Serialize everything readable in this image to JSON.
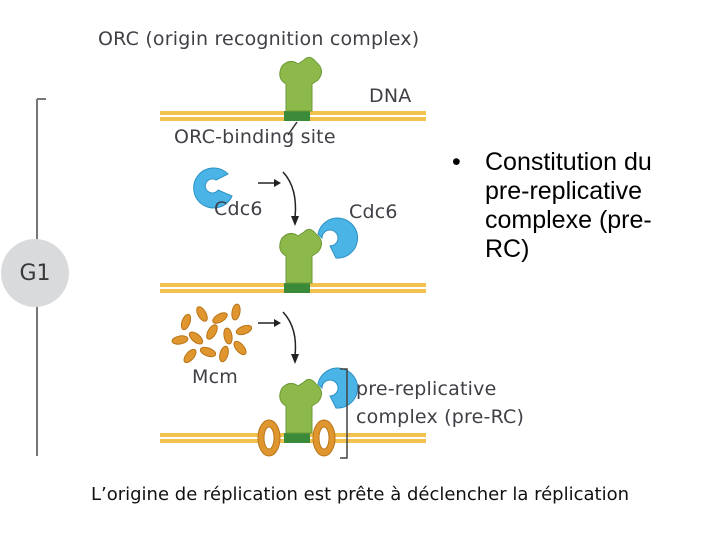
{
  "diagram": {
    "title": "ORC (origin recognition complex)",
    "dna_label": "DNA",
    "orc_site_label": "ORC-binding site",
    "cdc6_free_label": "Cdc6",
    "cdc6_bound_label": "Cdc6",
    "phase_label": "G1",
    "mcm_label": "Mcm",
    "prerc_line1": "pre-replicative",
    "prerc_line2": "complex (pre-RC)"
  },
  "bullet": {
    "symbol": "•",
    "text_line1": "Constitution du",
    "text_line2": "pre-replicative",
    "text_line3": "complexe (pre-",
    "text_line4": "RC)"
  },
  "caption": "L’origine de réplication est prête à déclencher la réplication",
  "colors": {
    "dna_strand": "#f2c14e",
    "orc_site": "#3a8a3a",
    "orc": "#8db84a",
    "cdc6": "#4ab4e6",
    "mcm": "#e0962e",
    "g1_circle": "#d9dadb"
  }
}
